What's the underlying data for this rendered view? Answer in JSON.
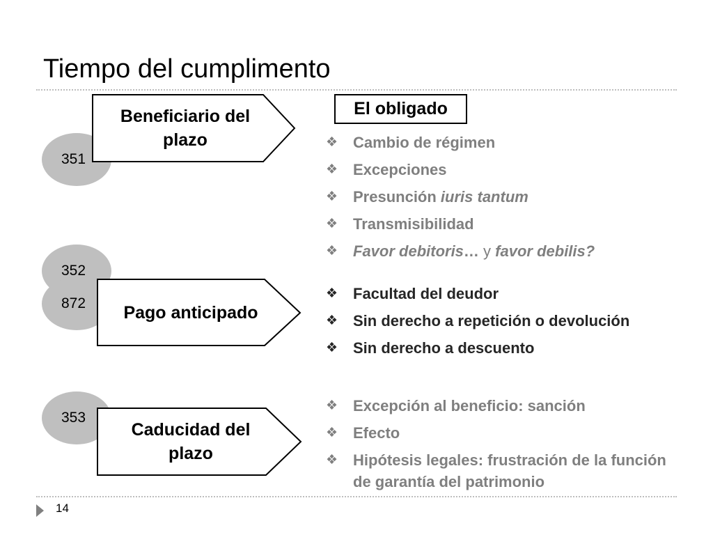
{
  "slide": {
    "title": "Tiempo del cumplimento",
    "page_number": "14"
  },
  "article_refs": [
    "351",
    "352",
    "872",
    "353"
  ],
  "sections": [
    {
      "arrow_label_lines": [
        "Beneficiario del",
        "plazo"
      ]
    },
    {
      "arrow_label_lines": [
        "Pago anticipado"
      ]
    },
    {
      "arrow_label_lines": [
        "Caducidad del",
        "plazo"
      ]
    }
  ],
  "box_label": "El obligado",
  "bullet_marker": "❖",
  "bullets_group1": [
    {
      "text": "Cambio de régimen"
    },
    {
      "text": "Excepciones"
    },
    {
      "plain": "Presunción ",
      "italic": "iuris tantum"
    },
    {
      "text": "Transmisibilidad"
    },
    {
      "italic1": "Favor debitoris",
      "plain1": "… ",
      "normal": "y",
      "plain2": " ",
      "italic2": "favor debilis?"
    }
  ],
  "bullets_group2": [
    "Facultad del deudor",
    "Sin derecho a repetición o devolución",
    "Sin derecho a descuento"
  ],
  "bullets_group3": [
    "Excepción al beneficio: sanción",
    "Efecto",
    "Hipótesis legales: frustración de la función de garantía del patrimonio"
  ],
  "colors": {
    "ellipse": "#bfbfbf",
    "muted_text": "#7f7f7f",
    "dark_text": "#262626",
    "rule": "#bdbdbd"
  }
}
